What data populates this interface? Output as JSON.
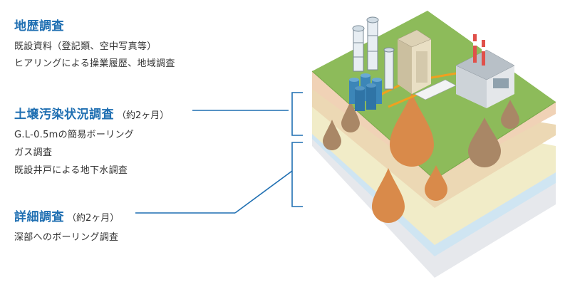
{
  "sections": [
    {
      "title": "地歴調査",
      "duration": "",
      "items": [
        "既設資料（登記類、空中写真等）",
        "ヒアリングによる操業履歴、地域調査"
      ]
    },
    {
      "title": "土壌汚染状況調査",
      "duration": "（約2ヶ月）",
      "items": [
        "G.L-0.5mの簡易ボーリング",
        "ガス調査",
        "既設井戸による地下水調査"
      ]
    },
    {
      "title": "詳細調査",
      "duration": "（約2ヶ月）",
      "items": [
        "深部へのボーリング調査"
      ]
    }
  ],
  "colors": {
    "heading": "#1f6fb2",
    "connector": "#1f6fb2",
    "grass": "#8dbb5a",
    "soil_upper": "#f0d2b6",
    "soil_mid": "#ecd8b4",
    "sand": "#f1ecc8",
    "water_layer": "#cfe5f2",
    "base_layer": "#e6e8ec",
    "contaminant_orange": "#d98a4a",
    "contaminant_brown": "#a98766"
  }
}
